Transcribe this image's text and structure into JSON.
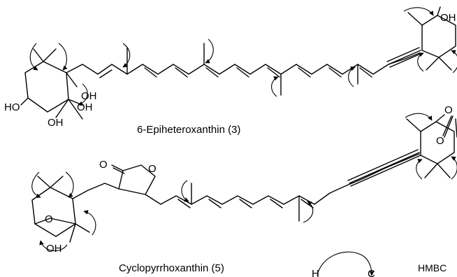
{
  "molecules": [
    {
      "name": "6-Epiheteroxanthin (3)",
      "atom_labels": [
        "OH",
        "HO",
        "OH",
        "OH",
        "OH"
      ]
    },
    {
      "name": "Cyclopyrrhoxanthin (5)",
      "atom_labels": [
        "O",
        "O",
        "O",
        "O",
        "O",
        "OH"
      ]
    }
  ],
  "legend": {
    "atom_from": "H",
    "atom_to": "C",
    "label": "HMBC"
  }
}
